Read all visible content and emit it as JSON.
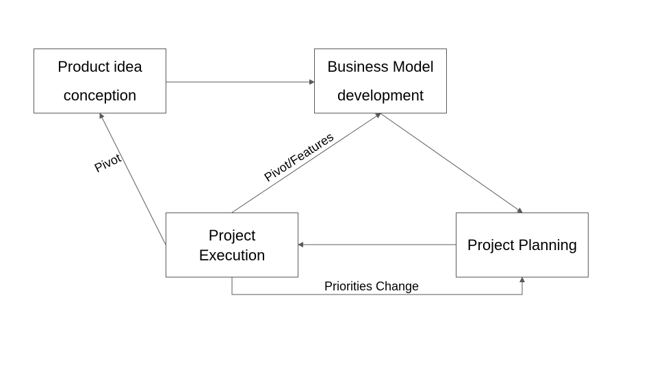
{
  "diagram": {
    "nodes": {
      "idea": "Product idea\nconception",
      "business_model": "Business Model\ndevelopment",
      "execution": "Project\nExecution",
      "planning": "Project Planning"
    },
    "edges": {
      "pivot": "Pivot",
      "pivot_features": "Pivot/Features",
      "priorities_change": "Priorities Change"
    },
    "colors": {
      "line": "#595959",
      "border": "#595959",
      "text": "#000000",
      "background": "#ffffff"
    }
  }
}
